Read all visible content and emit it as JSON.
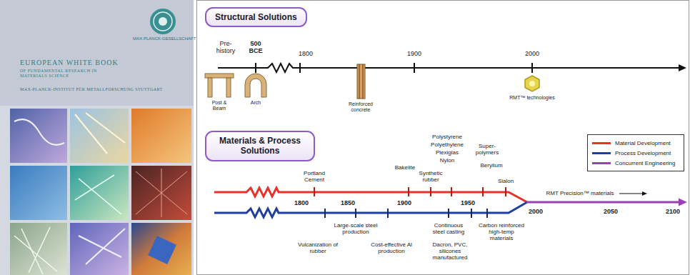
{
  "diagram": {
    "nodes": [
      {
        "text": [
          "Structural Solutions"
        ]
      },
      {
        "text": [
          "Materials & Process Solutions"
        ]
      }
    ],
    "labels": [
      "MAX-PLANCK-GESELLSCHAFT",
      "EUROPEAN WHITE BOOK",
      "OF FUNDAMENTAL RESEARCH IN MATERIALS SCIENCE",
      "MAX-PLANCK-INSTITUT FÜR METALLFORSCHUNG STUTTGART",
      "Pre-history",
      "500 BCE",
      "1800",
      "1900",
      "2000",
      "Post & Beam",
      "Arch",
      "Reinforced concrete",
      "RMT™ technologies",
      "Portland Cement",
      "Bakelite",
      "Synthetic rubber",
      "Polystyrene",
      "Polyethylene",
      "Plexiglas",
      "Nylon",
      "Super-polymers",
      "Berylium",
      "Sialon",
      "RMT Precision™ materials",
      "1800",
      "1850",
      "1900",
      "1950",
      "2000",
      "2050",
      "2100",
      "Vulcanization of rubber",
      "Large-scale steel production",
      "Cost-effective Al production",
      "Continuous steel casting",
      "Dacron, PVC, silicones manufactured",
      "Carbon reinforced high-temp materials"
    ],
    "legend": [
      {
        "text": "Material Development",
        "color": "#e8312a"
      },
      {
        "text": "Process Development",
        "color": "#1f3fa0"
      },
      {
        "text": "Concurrent Engineering",
        "color": "#9b3fb5"
      }
    ]
  }
}
